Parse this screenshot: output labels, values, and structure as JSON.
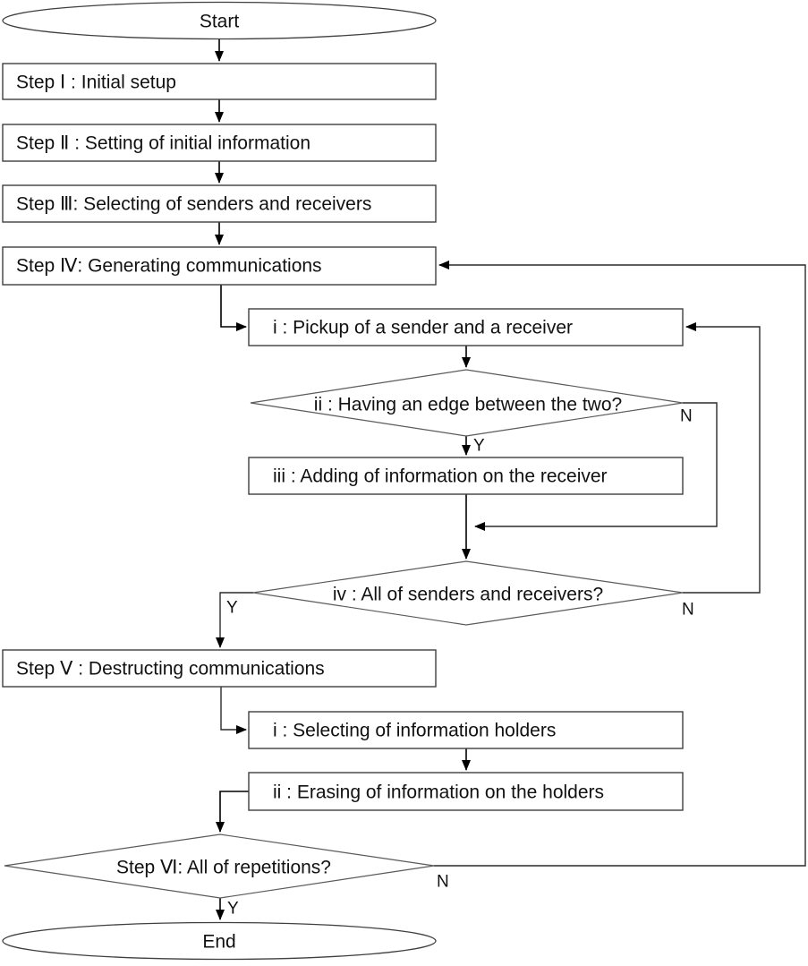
{
  "diagram": {
    "type": "flowchart",
    "nodes": {
      "start": {
        "label": "Start",
        "shape": "terminator"
      },
      "step1": {
        "label": "Step Ⅰ : Initial setup",
        "shape": "process"
      },
      "step2": {
        "label": "Step Ⅱ : Setting of initial information",
        "shape": "process"
      },
      "step3": {
        "label": "Step Ⅲ: Selecting of senders and receivers",
        "shape": "process"
      },
      "step4": {
        "label": "Step Ⅳ: Generating communications",
        "shape": "process"
      },
      "sub_i1": {
        "label": "i : Pickup of a sender and a receiver",
        "shape": "process"
      },
      "dec_ii": {
        "label": "ii : Having an edge between the two?",
        "shape": "decision"
      },
      "sub_iii": {
        "label": "iii : Adding of information on the receiver",
        "shape": "process"
      },
      "dec_iv": {
        "label": "iv : All of senders and receivers?",
        "shape": "decision"
      },
      "step5": {
        "label": "Step Ⅴ : Destructing communications",
        "shape": "process"
      },
      "sub_i2": {
        "label": "i : Selecting of information holders",
        "shape": "process"
      },
      "sub_ii2": {
        "label": "ii : Erasing of information on the holders",
        "shape": "process"
      },
      "dec_vi": {
        "label": "Step Ⅵ: All of repetitions?",
        "shape": "decision"
      },
      "end": {
        "label": "End",
        "shape": "terminator"
      }
    },
    "branches": {
      "ii_yes": "Y",
      "ii_no": "N",
      "iv_yes": "Y",
      "iv_no": "N",
      "vi_yes": "Y",
      "vi_no": "N"
    },
    "colors": {
      "background": "#ffffff",
      "shape_fill": "#ffffff",
      "shape_stroke": "#3f3f3f",
      "connector": "#000000",
      "text": "#111111"
    }
  }
}
